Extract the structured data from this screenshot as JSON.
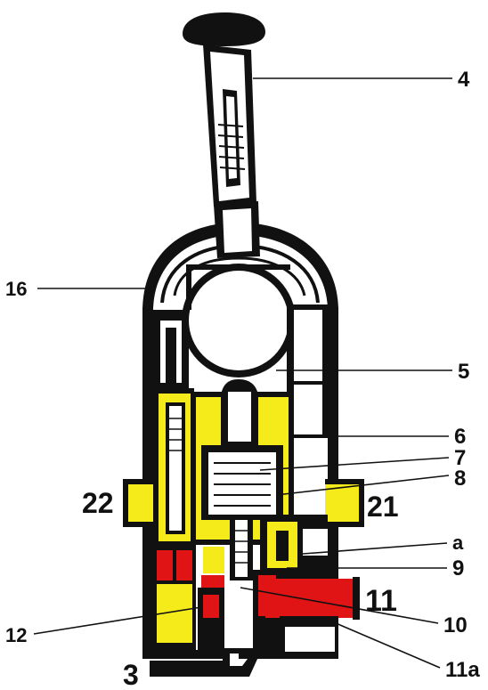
{
  "labels": {
    "l4": "4",
    "l16": "16",
    "l5": "5",
    "l6": "6",
    "l7": "7",
    "l8": "8",
    "l22": "22",
    "l21": "21",
    "la": "a",
    "l9": "9",
    "l11": "11",
    "l12": "12",
    "l10": "10",
    "l3": "3",
    "l11a": "11a"
  },
  "colors": {
    "body": "#111111",
    "yellow": "#f5ea1a",
    "red": "#e01414",
    "white": "#ffffff"
  }
}
